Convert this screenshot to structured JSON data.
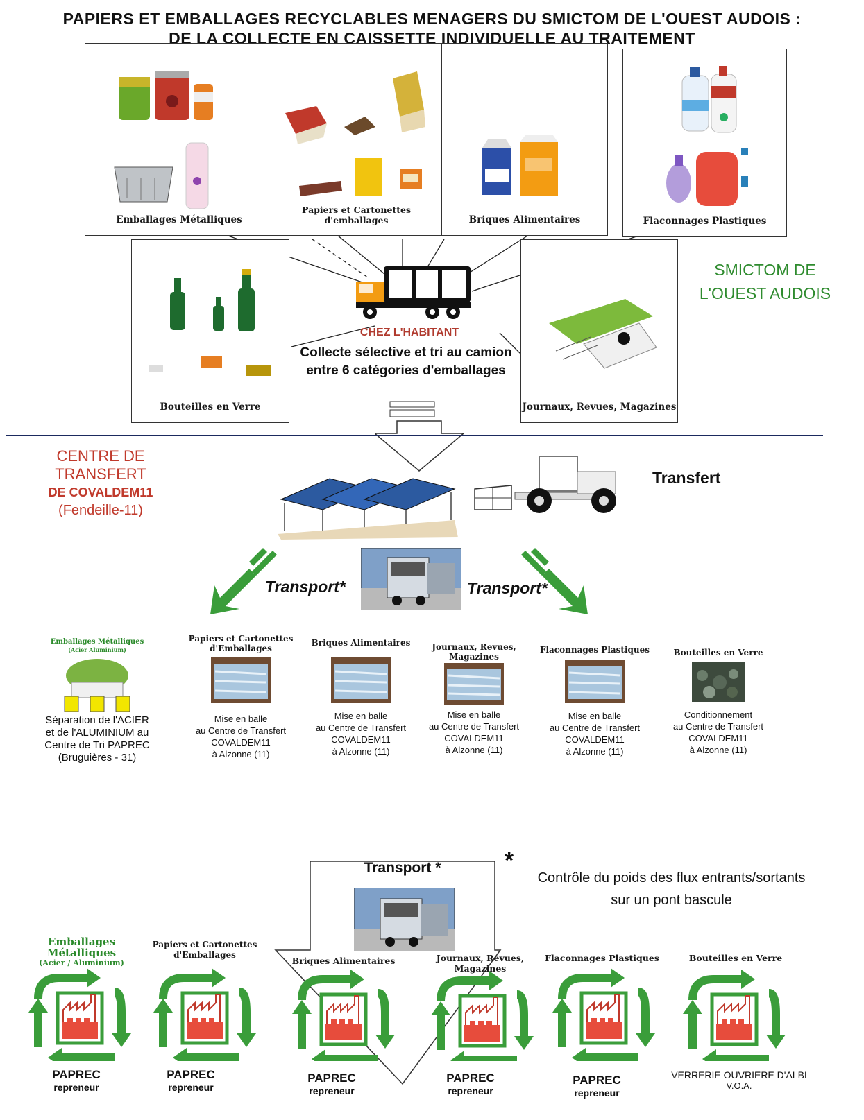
{
  "title": {
    "line1": "PAPIERS ET EMBALLAGES RECYCLABLES MENAGERS DU SMICTOM DE L'OUEST AUDOIS :",
    "line2": "DE LA COLLECTE EN CAISSETTE INDIVIDUELLE AU TRAITEMENT"
  },
  "collection": {
    "categories": [
      "Emballages Métalliques",
      "Papiers et Cartonettes d'emballages",
      "Briques Alimentaires",
      "Flaconnages Plastiques",
      "Bouteilles en Verre",
      "Journaux, Revues, Magazines"
    ],
    "smictom_line1": "SMICTOM DE",
    "smictom_line2": "L'OUEST AUDOIS",
    "chez": "CHEZ L'HABITANT",
    "collecte_line1": "Collecte sélective et tri au camion",
    "collecte_line2": "entre 6 catégories d'emballages"
  },
  "transfer": {
    "centre_line1": "CENTRE DE TRANSFERT",
    "centre_line2": "DE COVALDEM11",
    "centre_line3": "(Fendeille-11)",
    "transfert_label": "Transfert",
    "transport_left": "Transport*",
    "transport_right": "Transport*"
  },
  "processing": [
    {
      "title1": "Emballages Métalliques",
      "title2": "(Acier Aluminium)",
      "lines": [
        "Séparation de l'ACIER",
        "et de l'ALUMINIUM au",
        "Centre de Tri PAPREC",
        "(Bruguières - 31)"
      ]
    },
    {
      "title1": "Papiers et Cartonettes",
      "title2": "d'Emballages",
      "lines": [
        "Mise en balle",
        "au Centre de Transfert",
        "COVALDEM11",
        "à Alzonne (11)"
      ]
    },
    {
      "title1": "Briques Alimentaires",
      "title2": "",
      "lines": [
        "Mise en balle",
        "au Centre de Transfert",
        "COVALDEM11",
        "à Alzonne (11)"
      ]
    },
    {
      "title1": "Journaux, Revues,",
      "title2": "Magazines",
      "lines": [
        "Mise en balle",
        "au Centre de Transfert",
        "COVALDEM11",
        "à Alzonne (11)"
      ]
    },
    {
      "title1": "Flaconnages Plastiques",
      "title2": "",
      "lines": [
        "Mise en balle",
        "au Centre de Transfert",
        "COVALDEM11",
        "à Alzonne (11)"
      ]
    },
    {
      "title1": "Bouteilles en Verre",
      "title2": "",
      "lines": [
        "Conditionnement",
        "au Centre de Transfert",
        "COVALDEM11",
        "à Alzonne (11)"
      ]
    }
  ],
  "transport_bottom": "Transport *",
  "note": {
    "star": "*",
    "line1": "Contrôle du poids des flux entrants/sortants",
    "line2": "sur un pont bascule"
  },
  "recyclers": [
    {
      "title1": "Emballages Métalliques",
      "title2": "(Acier / Aluminium)",
      "name": "PAPREC",
      "sub": "repreneur"
    },
    {
      "title1": "Papiers et Cartonettes",
      "title2": "d'Emballages",
      "name": "PAPREC",
      "sub": "repreneur"
    },
    {
      "title1": "Briques Alimentaires",
      "title2": "",
      "name": "PAPREC",
      "sub": "repreneur"
    },
    {
      "title1": "Journaux, Revues,",
      "title2": "Magazines",
      "name": "PAPREC",
      "sub": "repreneur"
    },
    {
      "title1": "Flaconnages Plastiques",
      "title2": "",
      "name": "PAPREC",
      "sub": "repreneur"
    },
    {
      "title1": "Bouteilles en Verre",
      "title2": "",
      "name": "VERRERIE OUVRIERE D'ALBI",
      "sub": "V.O.A."
    }
  ]
}
